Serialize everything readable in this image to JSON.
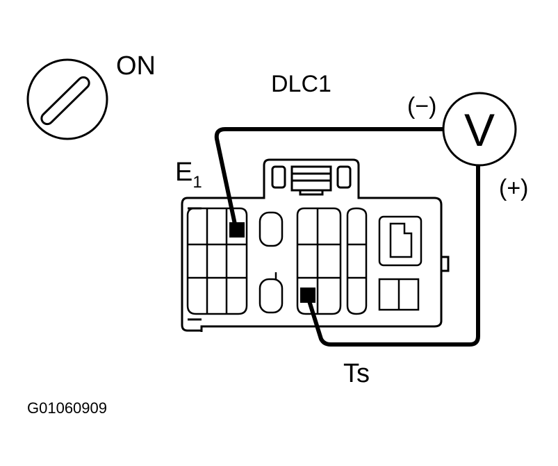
{
  "ignition": {
    "label": "ON"
  },
  "connector": {
    "name": "DLC1"
  },
  "terminals": {
    "e1_main": "E",
    "e1_sub": "1",
    "ts": "Ts"
  },
  "voltmeter": {
    "symbol": "V",
    "negative": "(−)",
    "positive": "(+)"
  },
  "figure_id": "G01060909"
}
